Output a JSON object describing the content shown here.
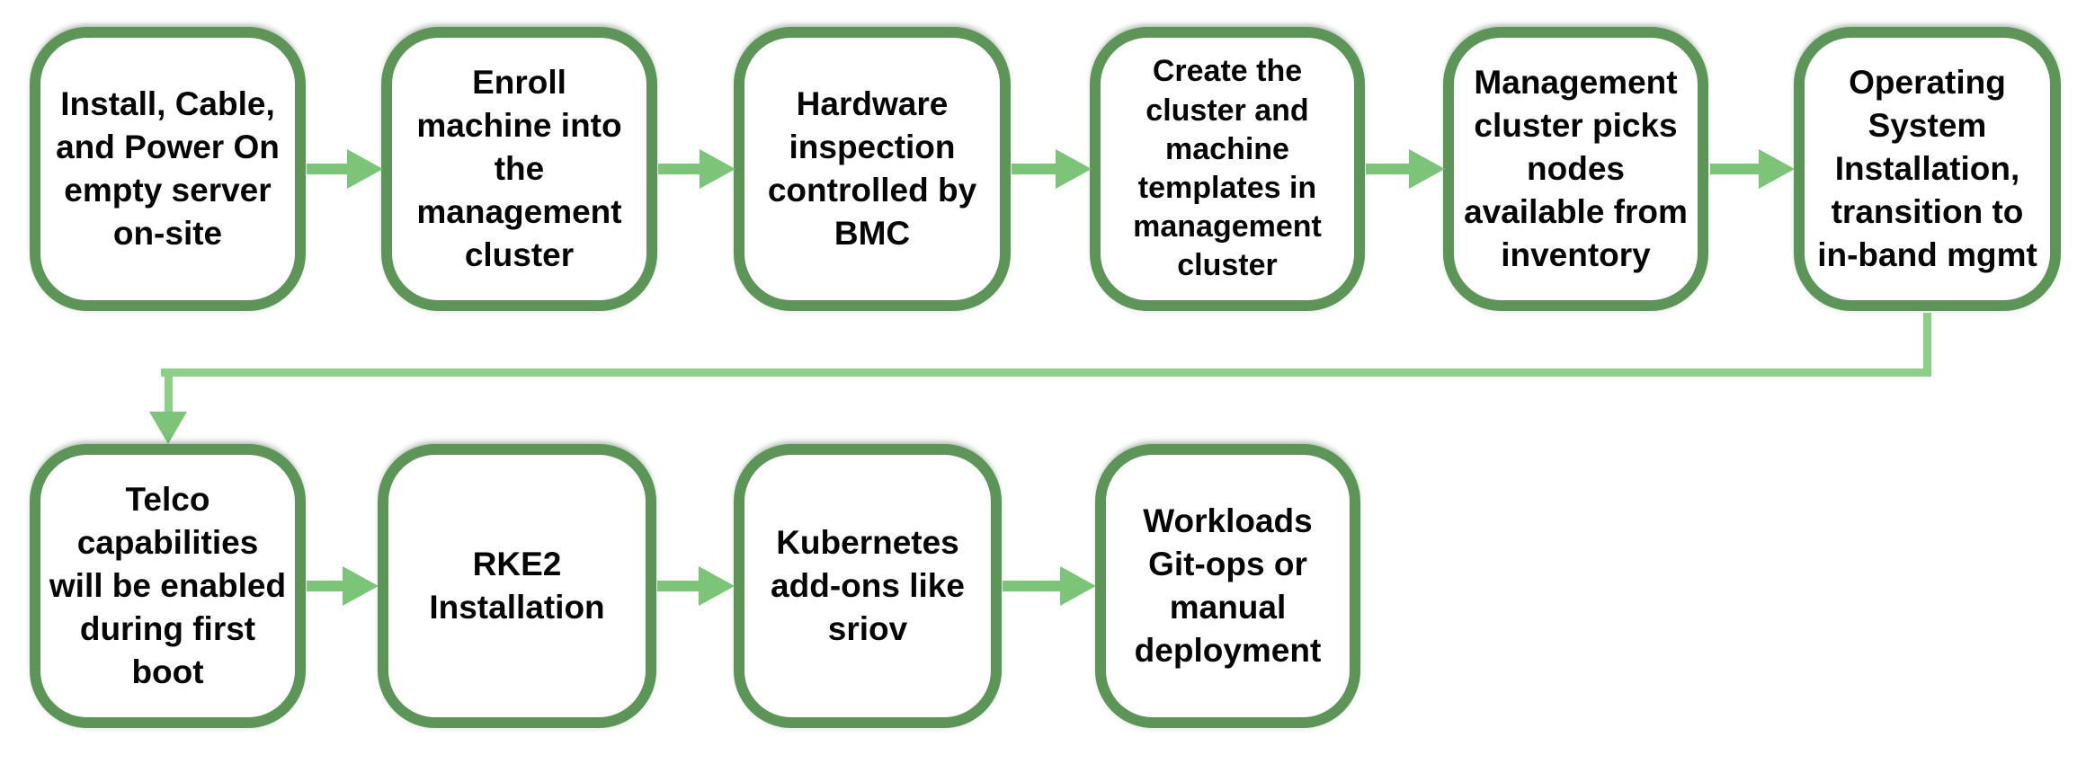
{
  "diagram": {
    "type": "flowchart",
    "background": "#ffffff",
    "colors": {
      "box_border": "#5d9457",
      "box_fill": "#ffffff",
      "arrow": "#7cc478",
      "connector_line": "#8ccf87",
      "text": "#050505"
    },
    "rows": [
      {
        "boxes": [
          {
            "label": "Install, Cable,\nand Power On\nempty server\non-site"
          },
          {
            "label": "Enroll\nmachine into\nthe\nmanagement\ncluster"
          },
          {
            "label": "Hardware\ninspection\ncontrolled by\nBMC"
          },
          {
            "label": "Create the\ncluster and\nmachine\ntemplates in\nmanagement\ncluster"
          },
          {
            "label": "Management\ncluster picks\nnodes\navailable from\ninventory"
          },
          {
            "label": "Operating\nSystem\nInstallation,\ntransition to\nin-band mgmt"
          }
        ]
      },
      {
        "boxes": [
          {
            "label": "Telco\ncapabilities\nwill be enabled\nduring first\nboot"
          },
          {
            "label": "RKE2\nInstallation"
          },
          {
            "label": "Kubernetes\nadd-ons like\nsriov"
          },
          {
            "label": "Workloads\nGit-ops or\nmanual\ndeployment"
          }
        ]
      }
    ],
    "connector": {
      "description": "elbow arrow from 'Operating System Installation, transition to in-band mgmt' down, left, and down into 'Telco capabilities will be enabled during first boot'"
    }
  }
}
